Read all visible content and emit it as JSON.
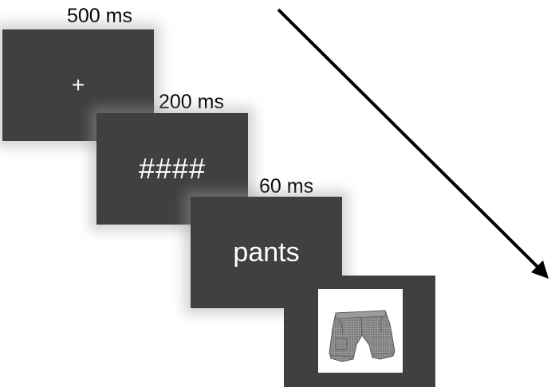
{
  "frames": [
    {
      "duration": "500 ms",
      "content": "+"
    },
    {
      "duration": "200 ms",
      "content": "####"
    },
    {
      "duration": "60 ms",
      "content": "pants"
    },
    {
      "duration": "",
      "content_image": "shorts-photo"
    }
  ],
  "colors": {
    "screen_background": "#404040",
    "screen_text": "#ffffff",
    "label_text": "#000000",
    "arrow": "#000000"
  }
}
